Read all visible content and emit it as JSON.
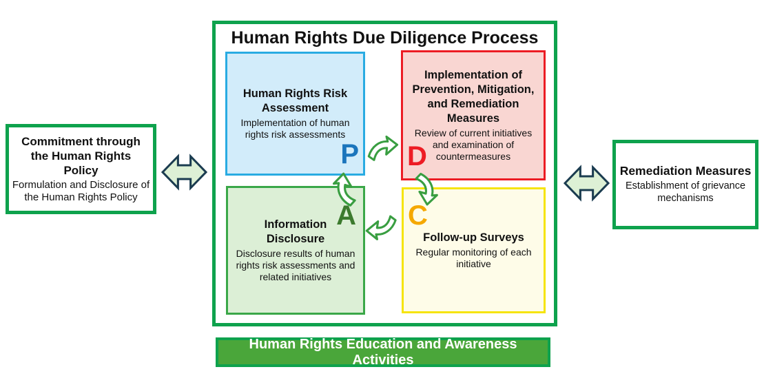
{
  "left_box": {
    "title": "Commitment through the Human Rights Policy",
    "subtitle": "Formulation and Disclosure of the Human Rights Policy"
  },
  "process": {
    "title": "Human Rights Due Diligence Process",
    "quadrants": {
      "plan": {
        "title": "Human Rights Risk Assessment",
        "subtitle": "Implementation of human rights risk assessments",
        "letter": "P",
        "letter_color": "#1b75bc",
        "border_color": "#29abe2",
        "fill_color": "#d2ecfa"
      },
      "do": {
        "title": "Implementation of Prevention, Mitigation, and Remediation Measures",
        "subtitle": "Review of current initiatives and examination of countermeasures",
        "letter": "D",
        "letter_color": "#ed1c24",
        "border_color": "#ec1c24",
        "fill_color": "#f9d6d2"
      },
      "check": {
        "title": "Follow-up Surveys",
        "subtitle": "Regular monitoring of each initiative",
        "letter": "C",
        "letter_color": "#f5a800",
        "border_color": "#f6e40a",
        "fill_color": "#fefce8"
      },
      "act": {
        "title": "Information Disclosure",
        "subtitle": "Disclosure results of human rights risk assessments and related initiatives",
        "letter": "A",
        "letter_color": "#3c7a2e",
        "border_color": "#3aa748",
        "fill_color": "#dcefd6"
      }
    }
  },
  "right_box": {
    "title": "Remediation Measures",
    "subtitle": "Establishment of grievance mechanisms"
  },
  "banner": {
    "label": "Human Rights Education and Awareness Activities"
  },
  "colors": {
    "outer_green": "#0ea24d",
    "banner_fill": "#4aa63a",
    "banner_text": "#ffffff",
    "double_arrow_fill": "#ddf0d5",
    "double_arrow_stroke": "#1b3c50",
    "cycle_arrow_fill": "#ffffff",
    "cycle_arrow_stroke": "#399e41",
    "text_black": "#111111"
  }
}
